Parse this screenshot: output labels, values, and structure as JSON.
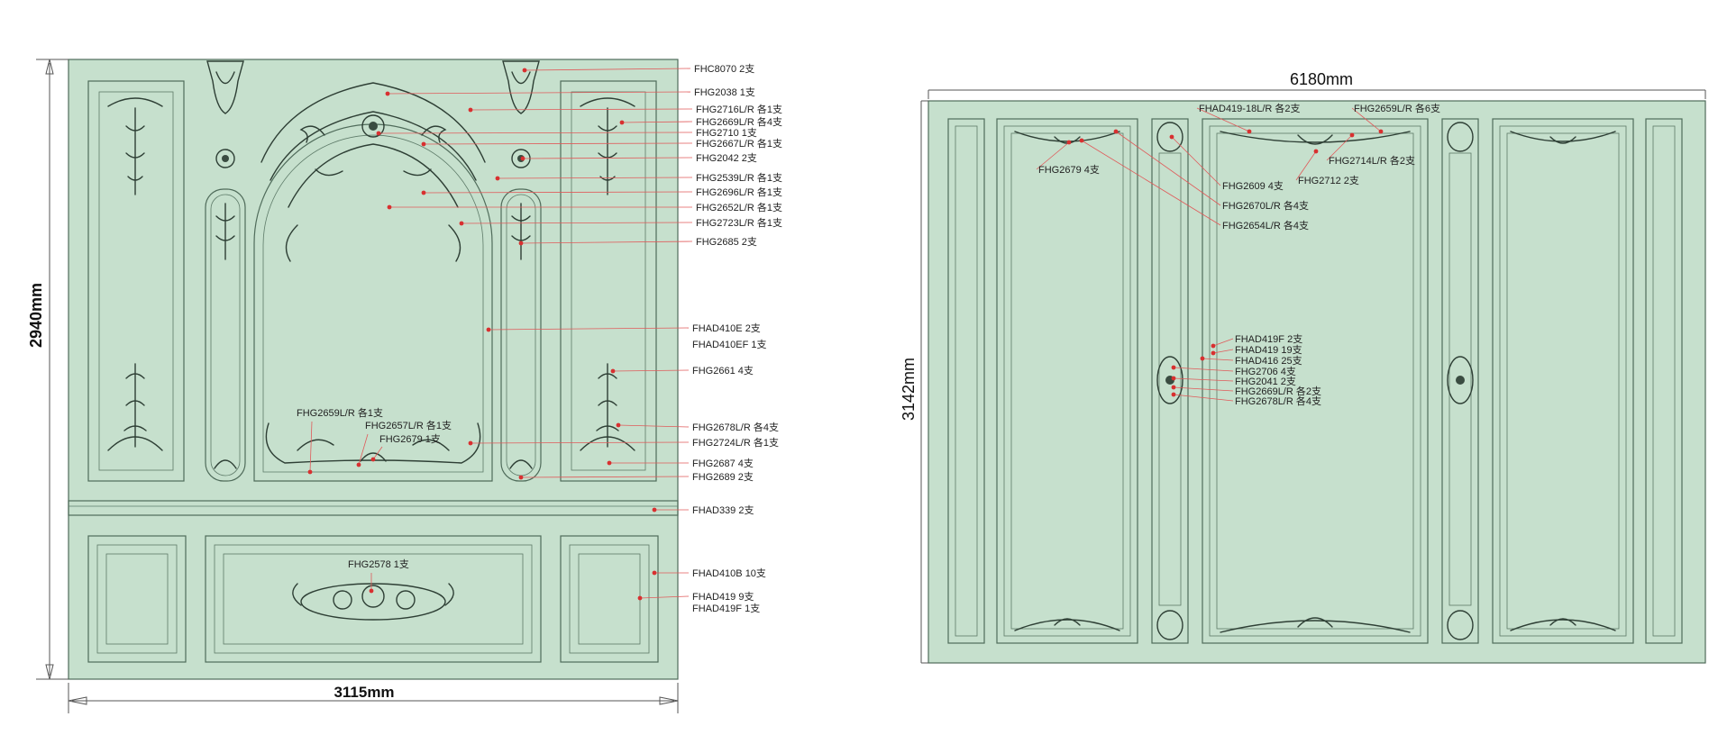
{
  "colors": {
    "wall": "#c6e0cd",
    "frame": "#4f6b5a",
    "leader": "#e05a5a",
    "ornament": "#2e3f35"
  },
  "elevation_left": {
    "width_label": "3115mm",
    "height_label": "2940mm",
    "callouts": [
      "FHC8070 2支",
      "FHG2038 1支",
      "FHG2716L/R 各1支",
      "FHG2669L/R 各4支",
      "FHG2710 1支",
      "FHG2667L/R 各1支",
      "FHG2042 2支",
      "FHG2539L/R 各1支",
      "FHG2696L/R 各1支",
      "FHG2652L/R 各1支",
      "FHG2723L/R 各1支",
      "FHG2685 2支",
      "FHAD410E 2支",
      "FHAD410EF 1支",
      "FHG2661 4支",
      "FHG2678L/R 各4支",
      "FHG2724L/R 各1支",
      "FHG2687 4支",
      "FHG2689 2支",
      "FHAD339 2支",
      "FHAD410B 10支",
      "FHAD419 9支",
      "FHAD419F 1支"
    ],
    "inner_labels": [
      "FHG2659L/R 各1支",
      "FHG2657L/R 各1支",
      "FHG2679 1支",
      "FHG2578 1支"
    ]
  },
  "elevation_right": {
    "width_label": "6180mm",
    "height_label": "3142mm",
    "callouts": [
      "FHAD419-18L/R 各2支",
      "FHG2659L/R 各6支",
      "FHG2679 4支",
      "FHG2714L/R 各2支",
      "FHG2712 2支",
      "FHG2609 4支",
      "FHG2670L/R 各4支",
      "FHG2654L/R 各4支",
      "FHAD419F 2支",
      "FHAD419 19支",
      "FHAD416 25支",
      "FHG2706 4支",
      "FHG2041 2支",
      "FHG2669L/R 各2支",
      "FHG2678L/R 各4支"
    ]
  }
}
